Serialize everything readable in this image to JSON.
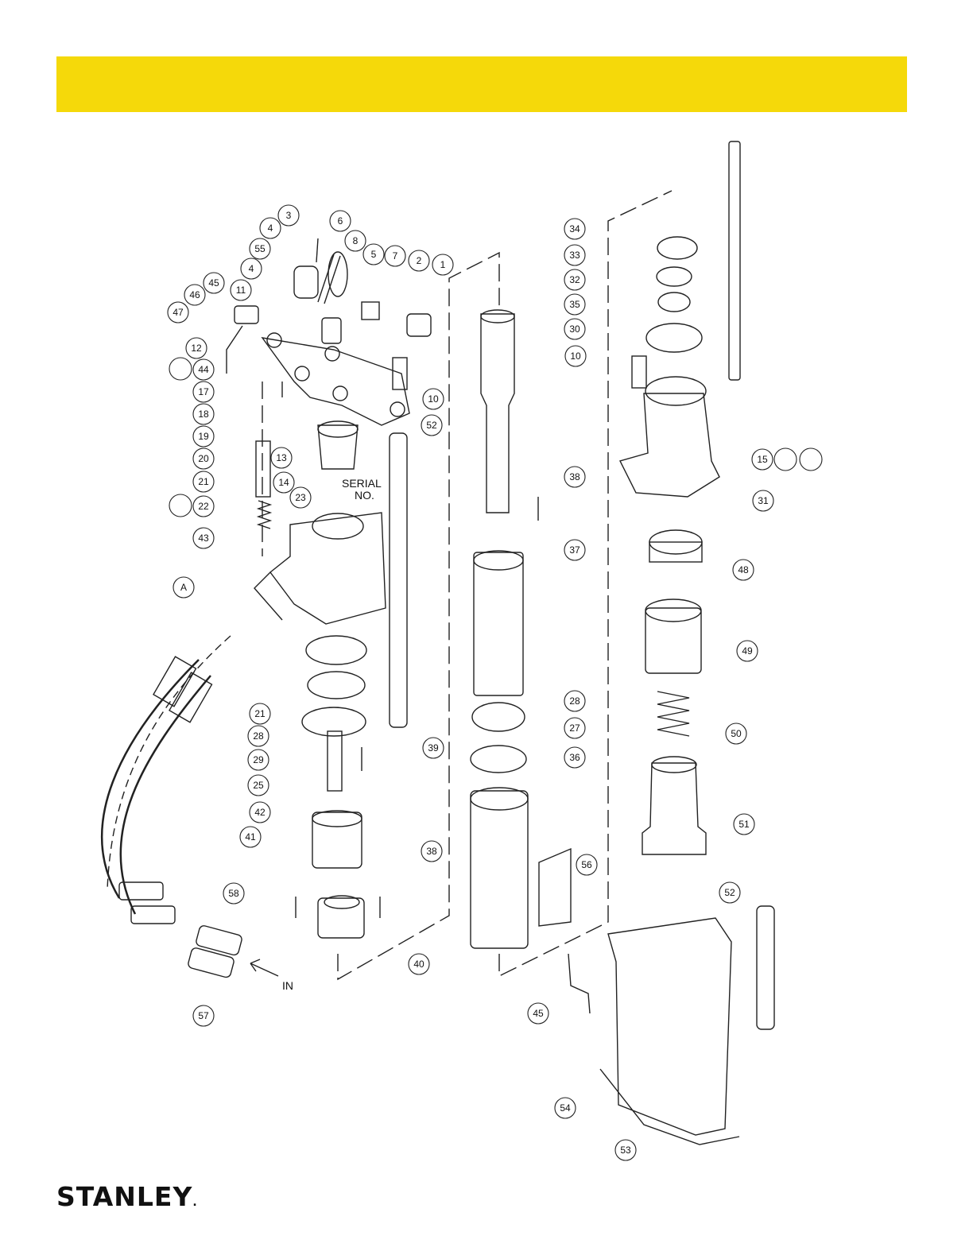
{
  "banner": {
    "color": "#F5D90A"
  },
  "logo": {
    "text": "STANLEY",
    "mark": "."
  },
  "annotations": {
    "serial_line1": "SERIAL",
    "serial_line2": "NO.",
    "detail_ref": "A",
    "inlet": "IN"
  },
  "balloons": [
    "1",
    "2",
    "3",
    "4",
    "4",
    "5",
    "6",
    "7",
    "8",
    "10",
    "10",
    "11",
    "12",
    "13",
    "14",
    "15",
    "17",
    "18",
    "19",
    "20",
    "21",
    "21",
    "22",
    "23",
    "25",
    "27",
    "28",
    "28",
    "29",
    "30",
    "31",
    "32",
    "33",
    "34",
    "35",
    "36",
    "37",
    "38",
    "38",
    "39",
    "40",
    "41",
    "42",
    "43",
    "44",
    "45",
    "45",
    "46",
    "47",
    "48",
    "49",
    "50",
    "51",
    "52",
    "52",
    "53",
    "54",
    "55",
    "56",
    "57",
    "58"
  ],
  "colors": {
    "line": "#222222",
    "shade": "#888888"
  }
}
